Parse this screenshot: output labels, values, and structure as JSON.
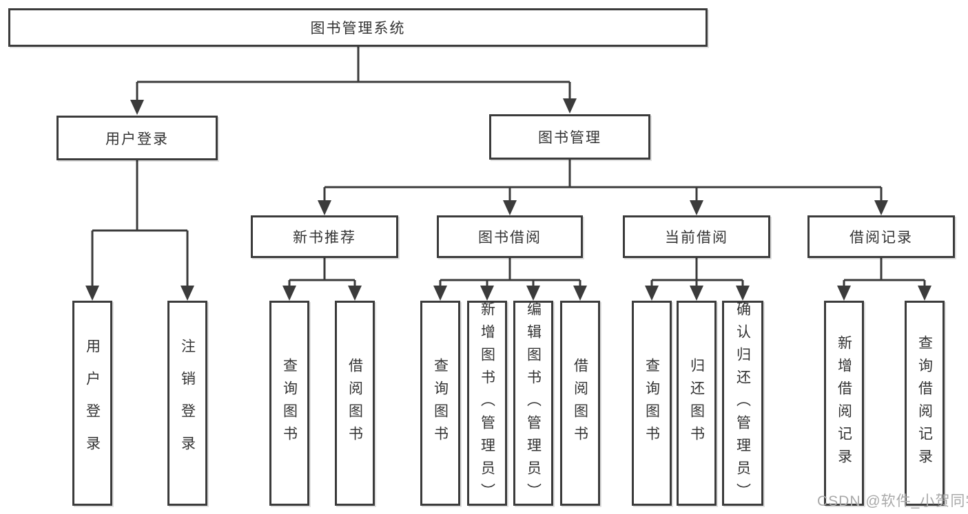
{
  "diagram": {
    "root": {
      "label": "图书管理系统"
    },
    "branches": [
      {
        "label": "用户登录",
        "children": [
          {
            "label": "用户登录"
          },
          {
            "label": "注销登录"
          }
        ]
      },
      {
        "label": "图书管理",
        "children": [
          {
            "label": "新书推荐",
            "children": [
              {
                "label": "查询图书"
              },
              {
                "label": "借阅图书"
              }
            ]
          },
          {
            "label": "图书借阅",
            "children": [
              {
                "label": "查询图书"
              },
              {
                "label": "新增图书（管理员）"
              },
              {
                "label": "编辑图书（管理员）"
              },
              {
                "label": "借阅图书"
              }
            ]
          },
          {
            "label": "当前借阅",
            "children": [
              {
                "label": "查询图书"
              },
              {
                "label": "归还图书"
              },
              {
                "label": "确认归还（管理员）"
              }
            ]
          },
          {
            "label": "借阅记录",
            "children": [
              {
                "label": "新增借阅记录"
              },
              {
                "label": "查询借阅记录"
              }
            ]
          }
        ]
      }
    ]
  },
  "watermark": {
    "text": "CSDN @软件_小贺同学"
  },
  "colors": {
    "line": "#3b3b3b",
    "text": "#333333",
    "box_bg": "#ffffff",
    "background": "#ffffff",
    "watermark": "#a9a9a9"
  }
}
